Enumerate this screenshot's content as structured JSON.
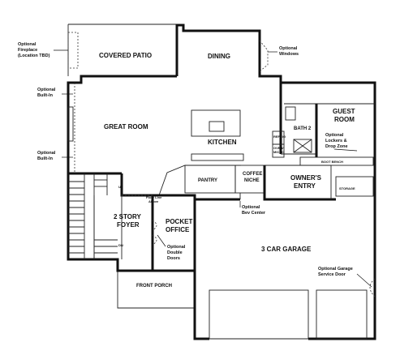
{
  "rooms": {
    "covered_patio": "COVERED PATIO",
    "dining": "DINING",
    "great_room": "GREAT ROOM",
    "kitchen": "KITCHEN",
    "guest_room_1": "GUEST",
    "guest_room_2": "ROOM",
    "bath_2": "BATH 2",
    "pantry": "PANTRY",
    "coffee_niche_1": "COFFEE",
    "coffee_niche_2": "NICHE",
    "owners_entry_1": "OWNER'S",
    "owners_entry_2": "ENTRY",
    "storage": "STORAGE",
    "boot_bench": "BOOT BENCH",
    "foyer_1": "2 STORY",
    "foyer_2": "FOYER",
    "pocket_office_1": "POCKET",
    "pocket_office_2": "OFFICE",
    "garage": "3 CAR GARAGE",
    "front_porch": "FRONT PORCH",
    "oven_micro_1": "OVEN/",
    "oven_micro_2": "MICRO",
    "refrigerator": "REFRIG"
  },
  "notes": {
    "fireplace_1": "Optional",
    "fireplace_2": "Fireplace",
    "fireplace_3": "(Location TBD)",
    "windows_1": "Optional",
    "windows_2": "Windows",
    "builtin_top_1": "Optional",
    "builtin_top_2": "Built-In",
    "builtin_bottom_1": "Optional",
    "builtin_bottom_2": "Built-In",
    "lockers_1": "Optional",
    "lockers_2": "Lockers &",
    "lockers_3": "Drop Zone",
    "floor_line_1": "Floor Line",
    "floor_line_2": "Above",
    "bev_center_1": "Optional",
    "bev_center_2": "Bev Center",
    "double_doors_1": "Optional",
    "double_doors_2": "Double",
    "double_doors_3": "Doors",
    "garage_door_1": "Optional Garage",
    "garage_door_2": "Service Door",
    "stair_up": "UP",
    "stair_dn": "DN"
  }
}
